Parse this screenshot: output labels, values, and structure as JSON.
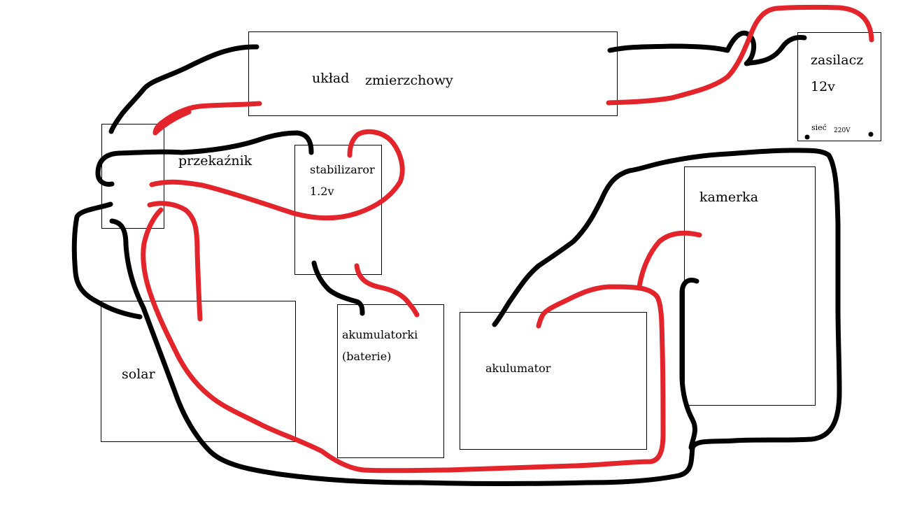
{
  "colors": {
    "wire_black": "#000000",
    "wire_red": "#e3242b",
    "box_border": "#000000",
    "background": "#ffffff"
  },
  "components": {
    "uklad": {
      "word1": "układ",
      "word2": "zmierzchowy"
    },
    "zasilacz": {
      "name": "zasilacz",
      "voltage": "12v",
      "mains_label": "sieć",
      "mains_voltage": "220V"
    },
    "przekaznik": {
      "name": "przekaźnik"
    },
    "stabilizator": {
      "name": "stabilizaror",
      "voltage": "1.2v"
    },
    "kamerka": {
      "name": "kamerka"
    },
    "solar": {
      "name": "solar"
    },
    "akumulatorki": {
      "name": "akumulatorki",
      "subtitle": "(baterie)"
    },
    "akumulator": {
      "name": "akulumator"
    }
  }
}
